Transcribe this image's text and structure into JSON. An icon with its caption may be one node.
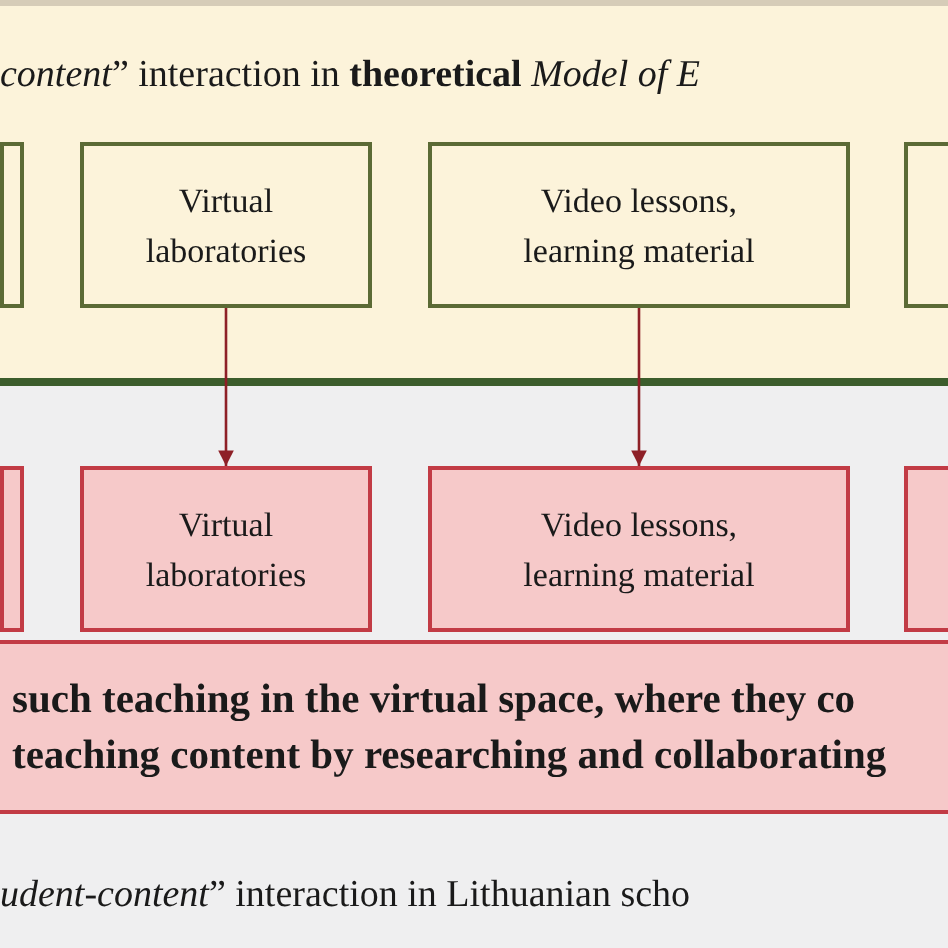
{
  "diagram": {
    "nodes": [
      {
        "text": [
          "*content*” interaction in **theoretical** *Model of E*"
        ]
      },
      {
        "text": [],
        "shape": "box",
        "in": 0
      },
      {
        "text": [
          "Virtual laboratories"
        ],
        "in": 0
      },
      {
        "text": [
          "Video lessons, learning material"
        ],
        "in": 0
      },
      {
        "text": [],
        "shape": "box",
        "in": 0
      },
      {
        "text": [
          "*udent-content*” interaction in Lithuanian scho"
        ]
      },
      {
        "text": [],
        "shape": "box",
        "in": 5
      },
      {
        "text": [
          "Virtual laboratories"
        ],
        "in": 5
      },
      {
        "text": [
          "Video lessons, learning material"
        ],
        "in": 5
      },
      {
        "text": [],
        "shape": "box",
        "in": 5
      },
      {
        "text": [
          "such teaching in the virtual space, where they co teaching content by researching and collaborating"
        ],
        "in": 5
      }
    ],
    "edges": [
      {
        "from": 2,
        "to": 7,
        "arrow": "to"
      },
      {
        "from": 3,
        "to": 8,
        "arrow": "to"
      }
    ]
  }
}
